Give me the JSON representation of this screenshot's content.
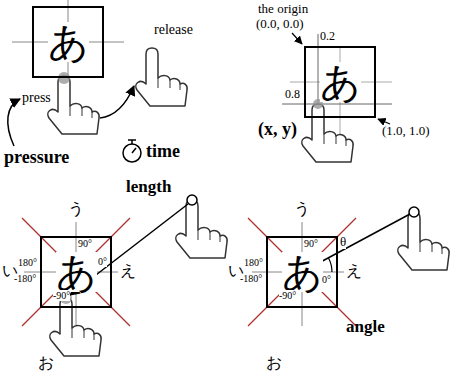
{
  "diagram": {
    "nodes": [
      {
        "text": [
          "あ"
        ]
      },
      {
        "text": [
          "あ"
        ]
      },
      {
        "text": [
          "あ"
        ]
      },
      {
        "text": [
          "あ"
        ]
      }
    ],
    "labels": [
      "release",
      "press",
      "pressure",
      "time",
      "the origin",
      "(0.0, 0.0)",
      "0.2",
      "0.8",
      "(x, y)",
      "(1.0, 1.0)",
      "う",
      "length",
      "90°",
      "い",
      "180°",
      "-180°",
      "0°",
      "-90°",
      "え",
      "お",
      "う",
      "90°",
      "い",
      "180°",
      "-180°",
      "0°",
      "θ",
      "え",
      "-90°",
      "angle",
      "お"
    ]
  }
}
